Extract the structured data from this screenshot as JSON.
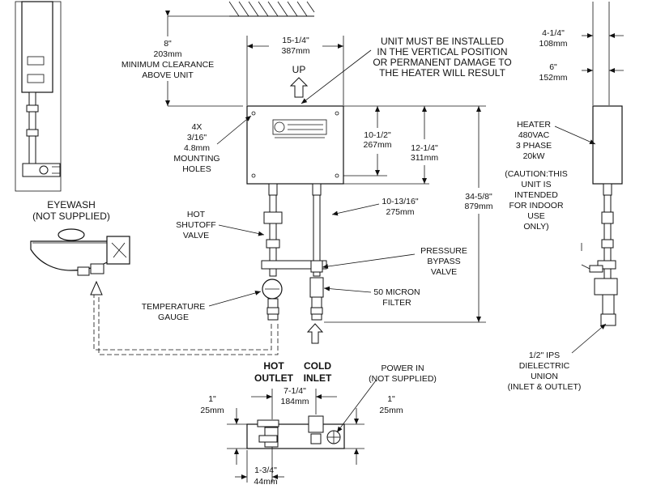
{
  "labels": {
    "clearance_in": "8\"",
    "clearance_mm": "203mm",
    "clearance_text1": "MINIMUM CLEARANCE",
    "clearance_text2": "ABOVE UNIT",
    "width_in": "15-1/4\"",
    "width_mm": "387mm",
    "install_note": [
      "UNIT MUST BE INSTALLED",
      "IN THE VERTICAL POSITION",
      "OR PERMANENT DAMAGE TO",
      "THE HEATER WILL RESULT"
    ],
    "up": "UP",
    "holes": [
      "4X",
      "3/16\"",
      "4.8mm",
      "MOUNTING",
      "HOLES"
    ],
    "h1_in": "10-1/2\"",
    "h1_mm": "267mm",
    "h2_in": "12-1/4\"",
    "h2_mm": "311mm",
    "h3_in": "34-5/8\"",
    "h3_mm": "879mm",
    "h4_in": "10-13/16\"",
    "h4_mm": "275mm",
    "hot_shutoff": [
      "HOT",
      "SHUTOFF",
      "VALVE"
    ],
    "pressure_bypass": [
      "PRESSURE",
      "BYPASS",
      "VALVE"
    ],
    "temp_gauge": [
      "TEMPERATURE",
      "GAUGE"
    ],
    "filter": [
      "50 MICRON",
      "FILTER"
    ],
    "hot_outlet": [
      "HOT",
      "OUTLET"
    ],
    "cold_inlet": [
      "COLD",
      "INLET"
    ],
    "eyewash": [
      "EYEWASH",
      "(NOT SUPPLIED)"
    ],
    "power_in": [
      "POWER IN",
      "(NOT SUPPLIED)"
    ],
    "bottom_span_in": "7-1/4\"",
    "bottom_span_mm": "184mm",
    "left_1_in": "1\"",
    "left_1_mm": "25mm",
    "right_1_in": "1\"",
    "right_1_mm": "25mm",
    "bottom_34_in": "1-3/4\"",
    "bottom_34_mm": "44mm",
    "side_depth_in": "4-1/4\"",
    "side_depth_mm": "108mm",
    "side_top_in": "6\"",
    "side_top_mm": "152mm",
    "heater": [
      "HEATER",
      "480VAC",
      "3 PHASE",
      "20kW"
    ],
    "caution": [
      "(CAUTION:THIS",
      "UNIT IS",
      "INTENDED",
      "FOR INDOOR",
      "USE",
      "ONLY)"
    ],
    "union": [
      "1/2\" IPS",
      "DIELECTRIC",
      "UNION",
      "(INLET & OUTLET)"
    ]
  }
}
